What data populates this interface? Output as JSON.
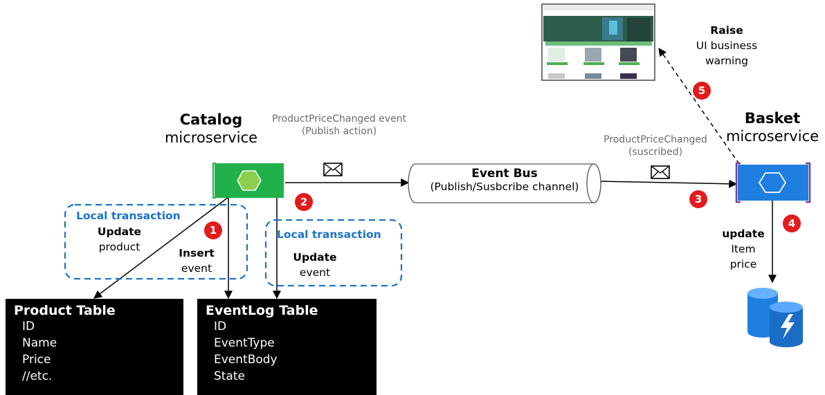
{
  "catalog": {
    "name": "Catalog",
    "subtitle": "microservice"
  },
  "basket": {
    "name": "Basket",
    "subtitle": "microservice"
  },
  "publish_event": {
    "line1": "ProductPriceChanged event",
    "line2": "(Publish action)"
  },
  "subscribe_event": {
    "line1": "ProductPriceChanged",
    "line2": "(suscribed)"
  },
  "event_bus": {
    "title": "Event Bus",
    "subtitle": "(Publish/Susbcribe channel)"
  },
  "local_tx_1": {
    "label": "Local transaction",
    "action": "Update",
    "object": "product"
  },
  "insert_event": {
    "action": "Insert",
    "object": "event"
  },
  "local_tx_2": {
    "label": "Local transaction",
    "action": "Update",
    "object": "event"
  },
  "update_item": {
    "action": "update",
    "line2": "Item",
    "line3": "price"
  },
  "raise_warning": {
    "action": "Raise",
    "line2": "UI business",
    "line3": "warning"
  },
  "badges": [
    "1",
    "2",
    "3",
    "4",
    "5"
  ],
  "product_table": {
    "title": "Product Table",
    "rows": [
      "ID",
      "Name",
      "Price",
      "//etc."
    ]
  },
  "eventlog_table": {
    "title": "EventLog Table",
    "rows": [
      "ID",
      "EventType",
      "EventBody",
      "State"
    ]
  },
  "colors": {
    "catalog_green": "#21b14b",
    "hexagon_green": "#8ccf4d",
    "basket_blue": "#1e7fe0",
    "tx_blue": "#1a73c7",
    "badge_red": "#e41b1b"
  },
  "icons": [
    "envelope-icon",
    "hexagon-icon",
    "database-icon",
    "webpage-screenshot"
  ]
}
